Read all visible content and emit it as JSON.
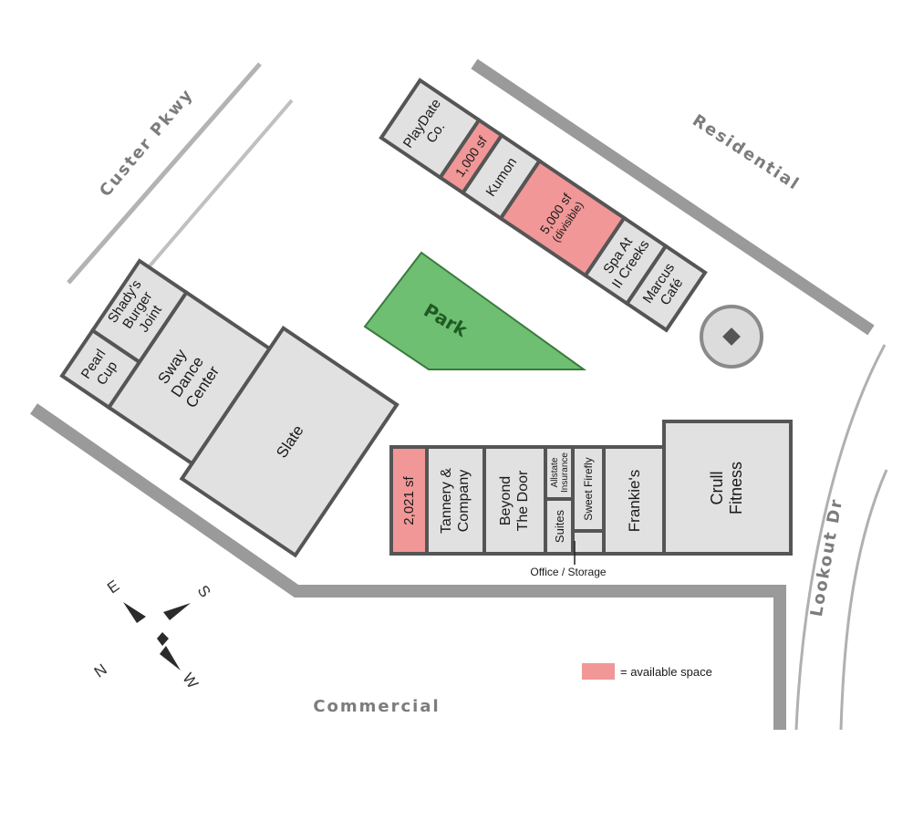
{
  "roads": {
    "custer": "Custer Pkwy",
    "residential": "Residential",
    "lookout": "Lookout Dr",
    "commercial": "Commercial"
  },
  "park": {
    "label": "Park"
  },
  "units": {
    "playdate": [
      "PlayDate",
      "Co."
    ],
    "sf1000": [
      "1,000 sf"
    ],
    "kumon": [
      "Kumon"
    ],
    "sf5000": [
      "5,000 sf",
      "(divisible)"
    ],
    "spa": [
      "Spa At",
      "II Creeks"
    ],
    "marcus": [
      "Marcus",
      "Café"
    ],
    "shadys": [
      "Shady's",
      "Burger",
      "Joint"
    ],
    "pearl": [
      "Pearl",
      "Cup"
    ],
    "sway": [
      "Sway",
      "Dance",
      "Center"
    ],
    "slate": [
      "Slate"
    ],
    "sf2021": [
      "2,021 sf"
    ],
    "tannery": [
      "Tannery &",
      "Company"
    ],
    "beyond": [
      "Beyond",
      "The Door"
    ],
    "allstate": [
      "Allstate",
      "Insurance"
    ],
    "sweet": [
      "Sweet Firefly"
    ],
    "suites": [
      "Suites"
    ],
    "frankies": [
      "Frankie's"
    ],
    "crull": [
      "Crull",
      "Fitness"
    ]
  },
  "office_storage": "Office / Storage",
  "compass": {
    "e": "E",
    "s": "S",
    "n": "N",
    "w": "W"
  },
  "legend": {
    "text": "= available space"
  },
  "colors": {
    "available": "#f19797",
    "unit": "#e1e1e1",
    "outline": "#555555",
    "park": "#6fbf73",
    "park_text": "#1e5a22",
    "road": "#999999"
  }
}
